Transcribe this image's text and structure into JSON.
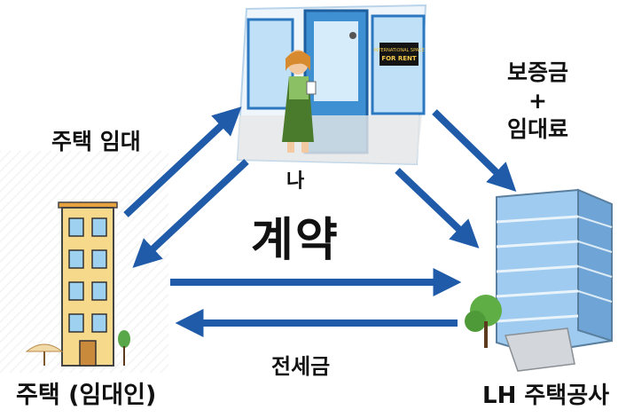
{
  "labels": {
    "me": "나",
    "contract": "계약",
    "housing_lease": "주택 임대",
    "deposit_line1": "보증금",
    "deposit_line2": "+",
    "deposit_line3": "임대료",
    "jeonse_deposit": "전세금",
    "landlord": "주택 (임대인)",
    "lh": "LH 주택공사"
  },
  "colors": {
    "arrow": "#1f5ba8",
    "text": "#111111"
  },
  "sign_text": {
    "line1": "INTERNATIONAL SPACE",
    "line2": "FOR RENT"
  }
}
